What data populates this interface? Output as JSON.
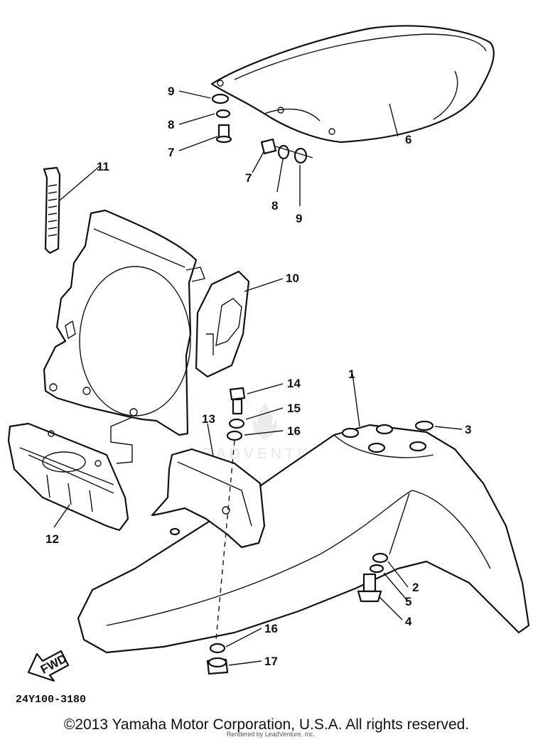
{
  "diagram": {
    "drawing_number": "24Y100-3180",
    "fwd_label": "FWD",
    "callouts": {
      "c1": "1",
      "c2": "2",
      "c3": "3",
      "c4": "4",
      "c5": "5",
      "c6": "6",
      "c7a": "7",
      "c7b": "7",
      "c8a": "8",
      "c8b": "8",
      "c9a": "9",
      "c9b": "9",
      "c10": "10",
      "c11": "11",
      "c12": "12",
      "c13": "13",
      "c14": "14",
      "c15": "15",
      "c16a": "16",
      "c16b": "16",
      "c17": "17"
    }
  },
  "footer": {
    "copyright": "©2013 Yamaha Motor Corporation, U.S.A. All rights reserved.",
    "credit": "Rendered by LeadVenture, Inc."
  },
  "watermark": {
    "text": "LEADVENTURE"
  }
}
